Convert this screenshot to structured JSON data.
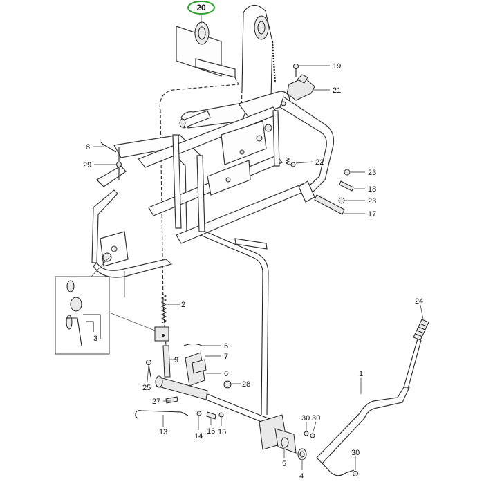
{
  "diagram": {
    "highlight_color": "#2aa12a",
    "highlighted_callout": "20",
    "callouts": {
      "c1": "1",
      "c2": "2",
      "c3": "3",
      "c4": "4",
      "c5": "5",
      "c6a": "6",
      "c6b": "6",
      "c7": "7",
      "c8": "8",
      "c9": "9",
      "c13": "13",
      "c14": "14",
      "c15": "15",
      "c16": "16",
      "c17": "17",
      "c18": "18",
      "c19": "19",
      "c20": "20",
      "c21": "21",
      "c22": "22",
      "c23a": "23",
      "c23b": "23",
      "c24": "24",
      "c25": "25",
      "c27": "27",
      "c28": "28",
      "c29": "29",
      "c30a": "30",
      "c30b": "30",
      "c30c": "30"
    }
  }
}
